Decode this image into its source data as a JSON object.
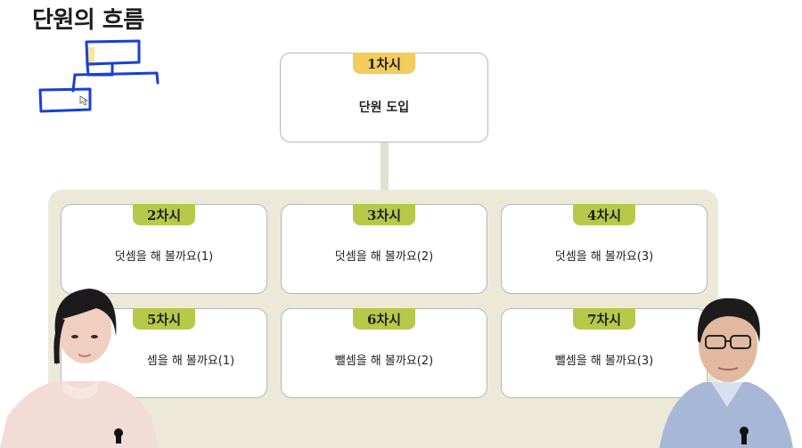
{
  "title": "단원의 흐름",
  "root": {
    "badge": "1차시",
    "label": "단원 도입"
  },
  "lessons": [
    {
      "badge": "2차시",
      "label": "덧셈을 해 볼까요(1)"
    },
    {
      "badge": "3차시",
      "label": "덧셈을 해 볼까요(2)"
    },
    {
      "badge": "4차시",
      "label": "덧셈을 해 볼까요(3)"
    },
    {
      "badge": "5차시",
      "label": "셈을 해 볼까요(1)"
    },
    {
      "badge": "6차시",
      "label": "뺄셈을 해 볼까요(2)"
    },
    {
      "badge": "7차시",
      "label": "뺄셈을 해 볼까요(3)"
    }
  ],
  "colors": {
    "badge_yellow": "#f3cc5d",
    "badge_green": "#b7c94a",
    "panel": "#ece9d9",
    "scribble": "#1a3fd6"
  }
}
